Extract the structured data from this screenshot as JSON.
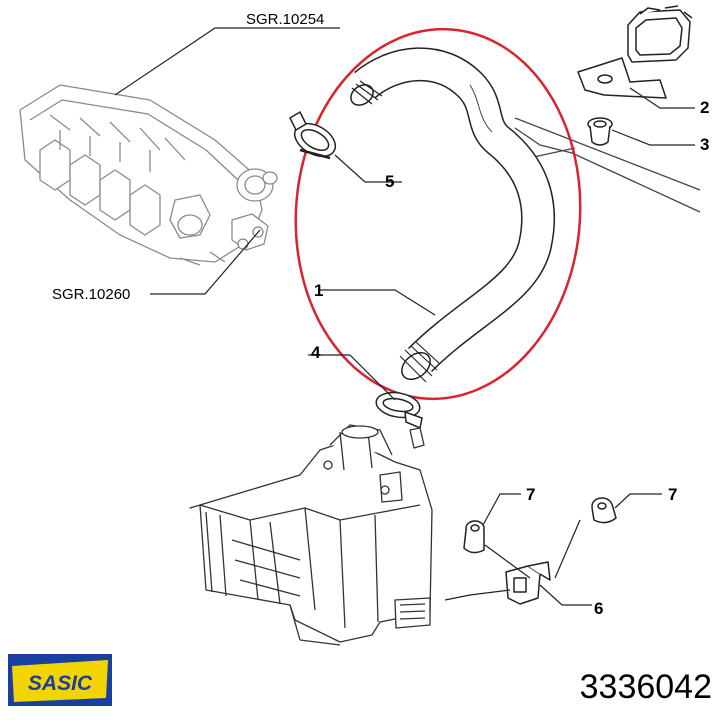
{
  "references": {
    "top": "SGR.10254",
    "left": "SGR.10260"
  },
  "callouts": {
    "c1": "1",
    "c2": "2",
    "c3": "3",
    "c4": "4",
    "c5": "5",
    "c6": "6",
    "c7a": "7",
    "c7b": "7"
  },
  "brand": {
    "name": "SASIC",
    "color_blue": "#1a3fa0",
    "color_yellow": "#f2d400"
  },
  "part_number": "3336042",
  "highlight_color": "#d9232e"
}
